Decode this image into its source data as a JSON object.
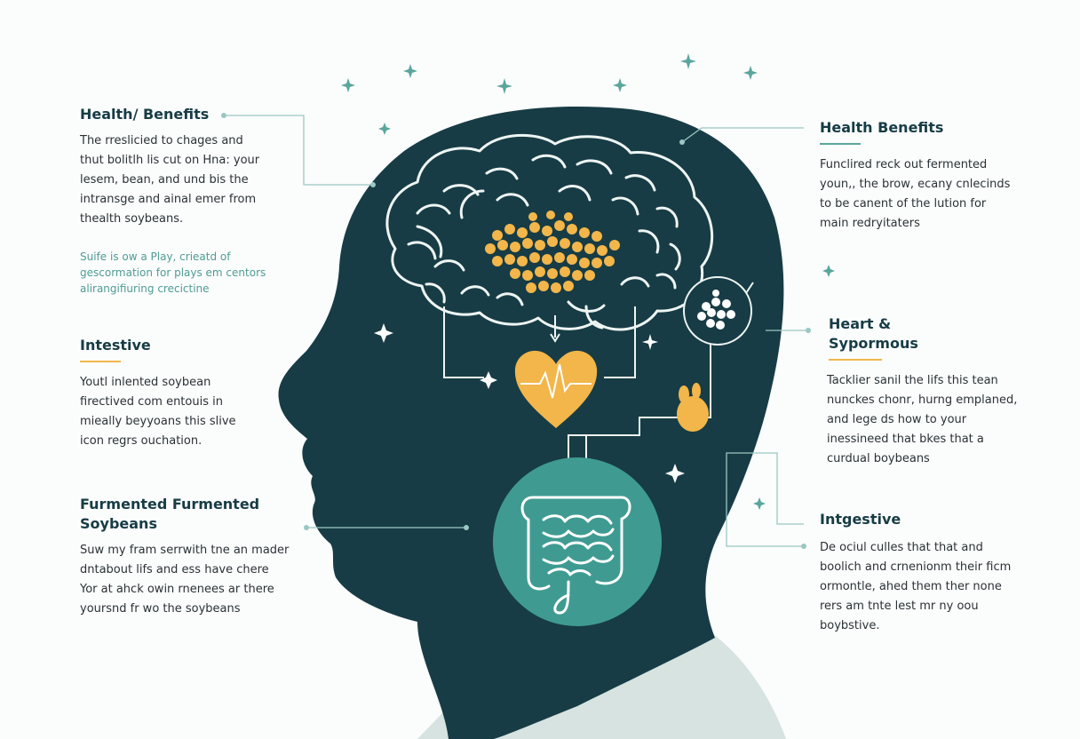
{
  "colors": {
    "background": "#fbfcfc",
    "head": "#173c45",
    "gold": "#f2b64a",
    "teal_accent": "#5aa69d",
    "gut_circle": "#3f9b92",
    "shoulder": "#d6e3e0"
  },
  "icons": [
    "brain-icon",
    "heart-icon",
    "intestine-icon",
    "soybean-cluster-icon",
    "sparkle-icon",
    "small-organ-icon"
  ],
  "left": {
    "health_benefits": {
      "title": "Health/ Benefits",
      "lines": [
        "The rreslicied to chages and",
        "thut bolitlh lis cut on Hna: your",
        "lesem, bean, and und bis the",
        "intransge and ainal emer from",
        "thealth soybeans."
      ],
      "note_lines": [
        "Suife is ow a Play, crieatd of",
        "gescormation for plays em centors",
        "alirangifiuring crecictine"
      ]
    },
    "intestive": {
      "title": "Intestive",
      "lines": [
        "Youtl inlented soybean",
        "firectived com entouis in",
        "mieally beyyoans this slive",
        "icon regrs ouchation."
      ]
    },
    "furmented": {
      "title_lines": [
        "Furmented Furmented",
        "Soybeans"
      ],
      "lines": [
        "Suw my fram serrwith tne an mader",
        "dntabout lifs and ess have chere",
        "Yor at ahck owin rnenees ar there",
        "yoursnd fr wo the soybeans"
      ]
    }
  },
  "right": {
    "health_benefits": {
      "title": "Health Benefits",
      "lines": [
        "Funclired reck out fermented",
        "youn,, the brow, ecany cnlecinds",
        "to be canent of the lution for",
        "main redryitaters"
      ]
    },
    "heart": {
      "title_lines": [
        "Heart &",
        "Sypormous"
      ],
      "lines": [
        "Tacklier sanil the lifs this tean",
        "nunckes chonr, hurng emplaned,",
        "and lege ds how to your",
        "inessineed that bkes that a",
        "curdual boybeans"
      ]
    },
    "intgestive": {
      "title": "Intgestive",
      "lines": [
        "De ociul culles that that and",
        "boolich and crnenionm their ficm",
        "ormontle, ahed them ther none",
        "rers am tnte lest mr ny oou",
        "boybstive."
      ]
    }
  }
}
